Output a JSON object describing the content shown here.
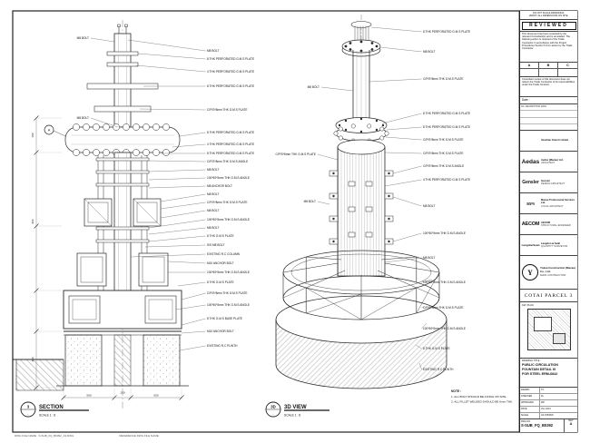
{
  "sheet": {
    "file_name_line": "DWG FILE NAME : S-SUB_FQ_B0392_A3.DWG",
    "reference_line": "REFERENCE DWG FILE NAME :"
  },
  "stamp": {
    "disclaimer1": "DO NOT SCALE DRAWINGS.",
    "disclaimer2": "VERIFY ALL DIMENSIONS ON SITE.",
    "title": "REVIEWED",
    "body": "This document has been reviewed by the relevant Consultant(s) and is annotated. The following action is required of the Trade Contractor in accordance with the Project Procedures Section 5.3 for action by the Trade Contractor.",
    "grades": [
      "A",
      "B",
      "C"
    ],
    "note": "Consultant review of this document does not relieve the Trade Contractor of its responsibilities under the Trade Contract.",
    "date_label": "Date :",
    "rev_header": "NO.   DESCRIPTION   DATE"
  },
  "companies": [
    {
      "logo": "",
      "name": "Venetian Orient Limited",
      "sub": ""
    },
    {
      "logo": "Aedas",
      "name": "Aedas (Macau) Ltd.",
      "sub": "ARCHITECT"
    },
    {
      "logo": "Gensler",
      "name": "Gensler",
      "sub": "DESIGN ARCHITECT"
    },
    {
      "logo": "MPS",
      "name": "Macau Professional Services Ltd.",
      "sub": "LOCAL ARCHITECT"
    },
    {
      "logo": "AECOM",
      "name": "AECOM",
      "sub": "STRUCTURAL ENGINEER"
    },
    {
      "logo": "LangdonSeah",
      "name": "Langdon & Seah",
      "sub": "QUANTITY SURVEYOR"
    }
  ],
  "contractor": {
    "logo_letter": "Y",
    "name": "Yodea Construction (Macau) Co., Ltd.",
    "sub": "MAIN CONTRACTOR"
  },
  "project": "COTAI PARCEL 3",
  "key_plan_label": "KEY PLAN",
  "title_block": {
    "drawing_title_label": "DRAWING TITLE :",
    "title_lines": [
      "PUBLIC CIRCULATION",
      "FOUNTAIN DETAIL IX",
      "FOR STEEL ERM-6842"
    ],
    "fields": [
      {
        "label": "DRAWN",
        "value": "TC"
      },
      {
        "label": "CHECKED",
        "value": "KL"
      },
      {
        "label": "APPROVED",
        "value": "WK"
      },
      {
        "label": "DATE",
        "value": "JUL 2013"
      },
      {
        "label": "SCALE",
        "value": "AS SHOWN"
      }
    ],
    "dwg_label": "DWG NO.",
    "dwg_no": "S-SUB_FQ_B0392",
    "rev_label": "REV",
    "rev_value": "A"
  },
  "notes": {
    "heading": "NOTE :",
    "items": [
      "1. ALL BOLT SHOULD BE FIXING ON SITE.",
      "2. ALL FILLET WELDED SHOULD BE 6mm THK."
    ]
  },
  "section": {
    "bubble": "A",
    "marker_no": "3",
    "marker_sheet": "-",
    "title": "SECTION",
    "scale": "SCALE 1 : 8",
    "labels_left": [
      "M8 BOLT",
      "M8 BOLT"
    ],
    "labels_right": [
      "M8 BOLT",
      "8 THK PERFORATED G.M.S PLATE",
      "4 THK PERFORATED G.M.S PLATE",
      "8 THK PERFORATED G.M.S PLATE",
      "C/P/S*8mm THK G.M.S PLATE",
      "8 THK PERFORATED G.M.S PLATE",
      "4 THK PERFORATED G.M.S PLATE",
      "8 THK PERFORATED G.M.S PLATE",
      "C/P/S*8mm THK G.M.S ANGLE",
      "M8 BOLT",
      "100*50*5mm THK G.M.S ANGLE",
      "M8 ANCHOR BOLT",
      "M8 BOLT",
      "C/P/S*8mm THK G.M.S PLATE",
      "M8 BOLT",
      "100*50*5mm THK G.M.S ANGLE",
      "M8 BOLT",
      "8 THK G.M.S PLATE",
      "S/S M8 BOLT",
      "EXISTING R.C COLUMN",
      "M10 ANCHOR BOLT",
      "100*50*5mm THK G.M.S ANGLE",
      "8 THK G.M.S PLATE",
      "C/P/S*8mm THK G.M.S PLATE",
      "100*50*5mm THK G.M.S ANGLE",
      "8 THK G.M.S BASE PLATE",
      "M10 ANCHOR BOLT",
      "EXISTING R.C PLINTH"
    ],
    "dims_bottom": [
      "550",
      "150",
      "550"
    ],
    "dims_left": [
      "150",
      "900",
      "350"
    ]
  },
  "iso": {
    "marker_no": "3D",
    "marker_sheet": "-",
    "title": "3D VIEW",
    "scale": "SCALE 1 : 8",
    "labels_left": [
      "M8 BOLT",
      "C/P/S*8mm THK G.M.S PLATE",
      "M8 BOLT"
    ],
    "labels_right": [
      "8 THK PERFORATED G.M.S PLATE",
      "M8 BOLT",
      "C/P/S*8mm THK G.M.S PLATE",
      "8 THK PERFORATED G.M.S PLATE",
      "8 THK PERFORATED G.M.S PLATE",
      "C/P/S*8mm THK G.M.S PLATE",
      "C/P/S*8mm THK G.M.S PLATE",
      "C/P/S*8mm THK G.M.S ANGLE",
      "4 THK PERFORATED G.M.S PLATE",
      "M8 BOLT",
      "100*50*5mm THK G.M.S ANGLE",
      "M8 BOLT",
      "100*50*5mm THK G.M.S ANGLE",
      "C/P/S*8mm THK G.M.S PLATE",
      "100*50*5mm THK G.M.S ANGLE",
      "8 THK G.M.S PLATE",
      "EXISTING R.C PLINTH"
    ]
  }
}
